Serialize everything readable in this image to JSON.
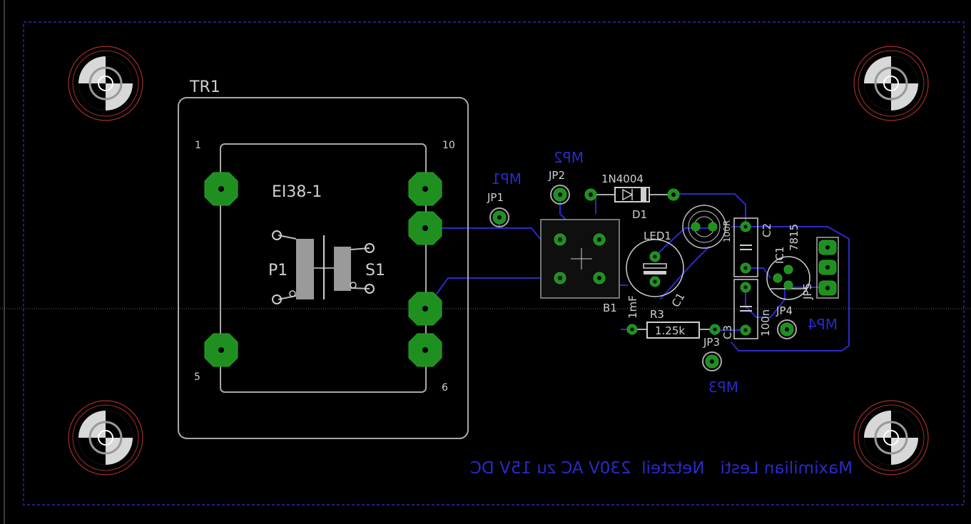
{
  "colors": {
    "background": "#000000",
    "silkscreen": "#cfcfcf",
    "pad": "#1f8f1f",
    "bottom_layer": "#2a2ac8",
    "dimension": "#3333cc",
    "hole_ring": "#a0302a"
  },
  "labels": {
    "tr1": "TR1",
    "ei38": "EI38-1",
    "pin1": "1",
    "pin10": "10",
    "pin5": "5",
    "pin6": "6",
    "p1": "P1",
    "s1": "S1",
    "jp1": "JP1",
    "jp2": "JP2",
    "jp3": "JP3",
    "jp4": "JP4",
    "jp5": "JP5",
    "d1_value": "1N4004",
    "d1": "D1",
    "led1": "LED1",
    "b1": "B1",
    "c1": "C1",
    "c1_value": "1mF",
    "r3": "R3",
    "r3_value": "1.25k",
    "c2": "C2",
    "c3": "C3",
    "c3_value": "100n",
    "ic1": "IC1",
    "ic1_value": "7815",
    "r_value": "100R"
  },
  "bottom_labels": {
    "mp1": "MP1",
    "mp2": "MP2",
    "mp3": "MP3",
    "mp4": "MP4",
    "title": "Maximilian Lesti   Netzteil  230V AC zu 15V DC"
  }
}
